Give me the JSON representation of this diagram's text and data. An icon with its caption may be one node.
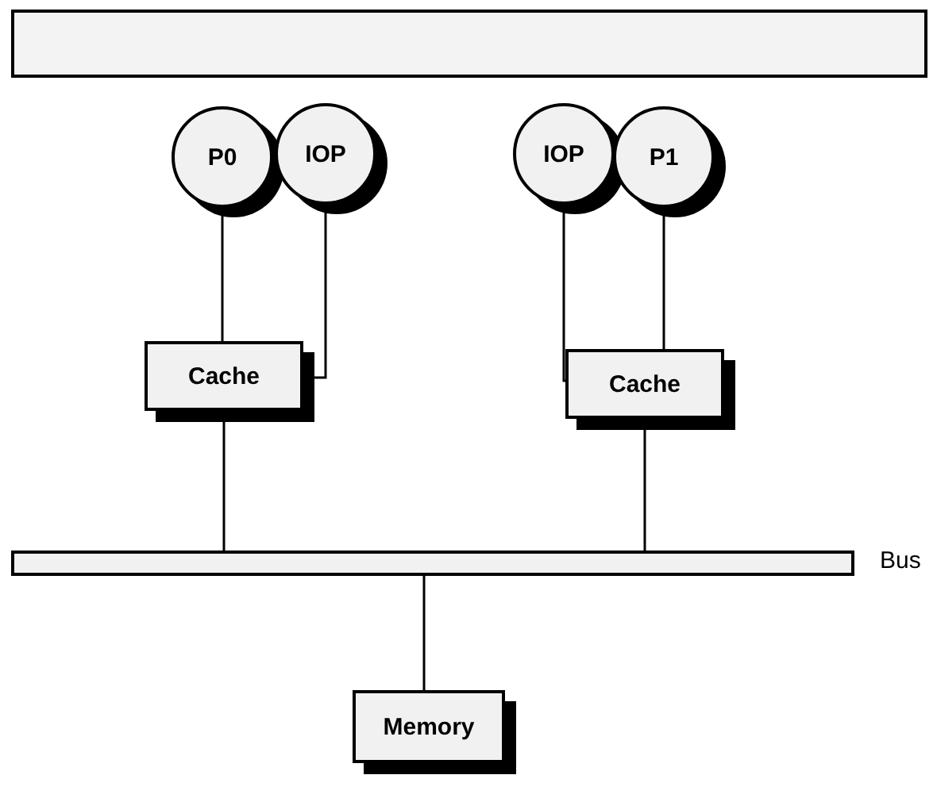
{
  "diagram": {
    "nodes": [
      {
        "text": [
          "P0"
        ]
      },
      {
        "text": [
          "IOP"
        ]
      },
      {
        "text": [
          "IOP"
        ]
      },
      {
        "text": [
          "P1"
        ]
      },
      {
        "text": [
          "Cache"
        ]
      },
      {
        "text": [
          "Cache"
        ]
      },
      {
        "text": [],
        "shape": "bar",
        "beside": [
          "Bus"
        ]
      },
      {
        "text": [
          "Memory"
        ]
      }
    ],
    "edges": [
      {
        "from": 0,
        "to": 4,
        "arrow": "none"
      },
      {
        "from": 1,
        "to": 4,
        "arrow": "none"
      },
      {
        "from": 2,
        "to": 5,
        "arrow": "none"
      },
      {
        "from": 3,
        "to": 5,
        "arrow": "none"
      },
      {
        "from": 4,
        "to": 6,
        "arrow": "none"
      },
      {
        "from": 5,
        "to": 6,
        "arrow": "none"
      },
      {
        "from": 6,
        "to": 7,
        "arrow": "none"
      }
    ]
  }
}
